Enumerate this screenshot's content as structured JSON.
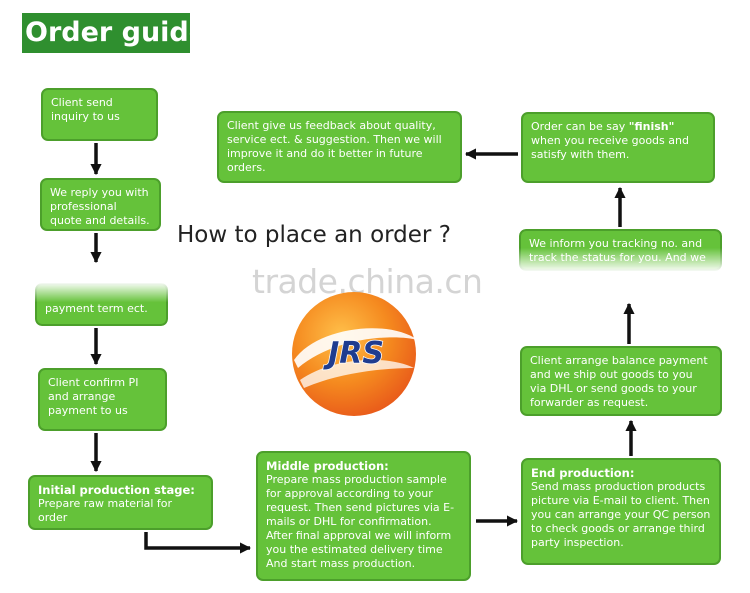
{
  "title": "Order guide:",
  "question": "How to place an order ?",
  "watermark": "trade.china.cn",
  "logo_text": "JRS",
  "boxes": {
    "inquiry": "Client send inquiry to us",
    "reply": "We reply you with professional quote and details.",
    "payment_term": "payment term ect.",
    "confirm": "Client confirm PI and arrange payment to us",
    "initial_head": "Initial production stage:",
    "initial_body": "Prepare raw material for order",
    "middle_head": "Middle production:",
    "middle_body": "Prepare mass production sample for approval according to your request. Then send pictures via E-mails or DHL for confirmation. After final approval we will inform you the estimated delivery time And start mass production.",
    "end_head": "End production:",
    "end_body": "Send mass production products picture via E-mail to client. Then you can arrange your QC person to check goods or arrange third party inspection.",
    "balance": "Client arrange balance payment and we ship out goods to you via DHL or send goods to your forwarder as request.",
    "tracking": "We inform you tracking no. and track the status for you. And we",
    "finish_pre": "Order can be say ",
    "finish_word": "\"finish\"",
    "finish_post": " when you receive goods and satisfy with them.",
    "feedback": "Client give us feedback about quality, service ect. & suggestion. Then we will improve it and do it better in future orders."
  },
  "colors": {
    "box_fill": "#65c23a",
    "box_border": "#4c9f2b",
    "title_bg": "#2f8f2f",
    "arrow": "#111111",
    "logo_orange": "#f07a1a",
    "logo_blue": "#1f3c8f"
  }
}
